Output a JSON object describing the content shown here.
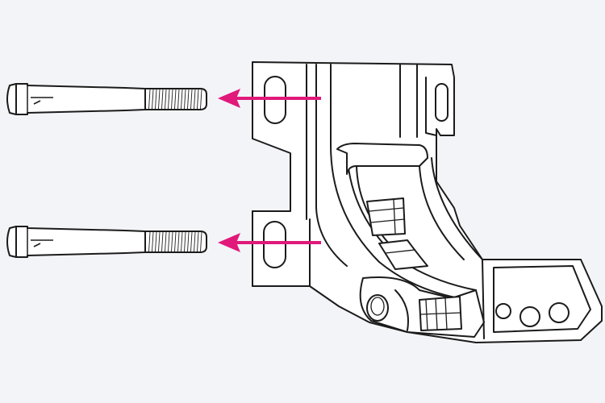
{
  "diagram": {
    "background_color": "#f3f4f8",
    "line_color": "#1b1b1b",
    "arrow_color": "#e0197a",
    "components": [
      {
        "name": "anchor-bolt",
        "count": 2
      },
      {
        "name": "mounting-bracket",
        "count": 1
      }
    ],
    "arrows": {
      "count": 2,
      "direction": "left"
    }
  }
}
